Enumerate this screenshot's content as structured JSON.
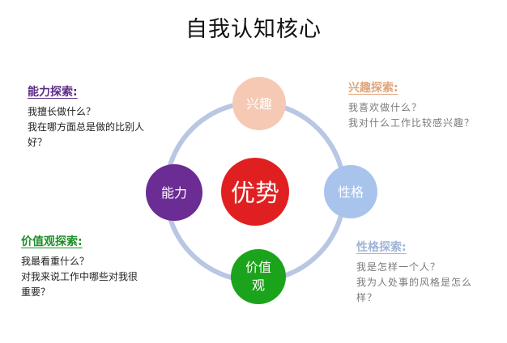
{
  "title": "自我认知核心",
  "center": {
    "label": "优势",
    "color": "#e02020"
  },
  "nodes": {
    "interest": {
      "label": "兴趣",
      "color": "#f6c9b4"
    },
    "personality": {
      "label": "性格",
      "color": "#a8c3ec"
    },
    "values": {
      "label_line1": "价值",
      "label_line2": "观",
      "color": "#1ca31c"
    },
    "ability": {
      "label": "能力",
      "color": "#6b2c94"
    }
  },
  "ring_color": "#b9c6e4",
  "blocks": {
    "ability": {
      "heading": "能力探索:",
      "lines": [
        "我擅长做什么？",
        "我在哪方面总是做的比别人",
        "好？"
      ]
    },
    "interest": {
      "heading": "兴趣探索:",
      "lines": [
        "我喜欢做什么？",
        "我对什么工作比较感兴趣？"
      ]
    },
    "values": {
      "heading": "价值观探索:",
      "lines": [
        "我最看重什么？",
        "对我来说工作中哪些对我很",
        "重要？"
      ]
    },
    "personality": {
      "heading": "性格探索:",
      "lines": [
        "我是怎样一个人？",
        "我为人处事的风格是怎么",
        "样？"
      ]
    }
  }
}
